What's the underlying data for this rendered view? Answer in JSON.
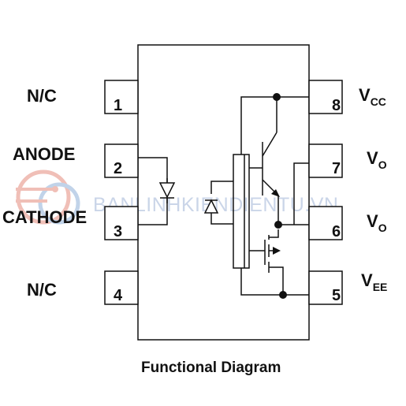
{
  "diagram": {
    "caption": "Functional Diagram",
    "watermark": "BANLINHKIENDIENTU.VN",
    "pins": {
      "p1": {
        "number": "1",
        "label": "N/C"
      },
      "p2": {
        "number": "2",
        "label": "ANODE"
      },
      "p3": {
        "number": "3",
        "label": "CATHODE"
      },
      "p4": {
        "number": "4",
        "label": "N/C"
      },
      "p5": {
        "number": "5",
        "label_main": "V",
        "label_sub": "EE"
      },
      "p6": {
        "number": "6",
        "label_main": "V",
        "label_sub": "O"
      },
      "p7": {
        "number": "7",
        "label_main": "V",
        "label_sub": "O"
      },
      "p8": {
        "number": "8",
        "label_main": "V",
        "label_sub": "CC"
      }
    }
  }
}
